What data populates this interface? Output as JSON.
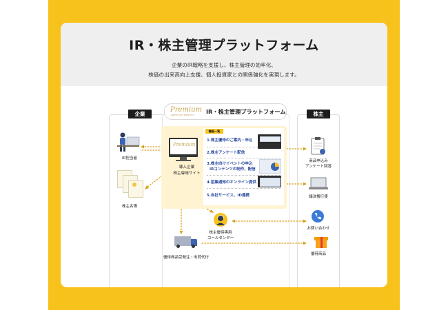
{
  "header": {
    "title": "IR・株主管理プラットフォーム",
    "description_line1": "企業のIR戦略を支援し、株主管理の効率化、",
    "description_line2": "株価の出来高向上支援、個人投資家との関係強化を実現します。"
  },
  "left_column": {
    "tag": "企業",
    "ir_staff_label": "IR担当者",
    "shareholder_register_label": "株主名簿"
  },
  "right_column": {
    "tag": "株主",
    "items": [
      {
        "label_line1": "商品申込み",
        "label_line2": "アンケート回答",
        "icon": "clipboard-icon"
      },
      {
        "label_line1": "議決権行使",
        "label_line2": "",
        "icon": "laptop-icon"
      },
      {
        "label_line1": "お問い合わせ",
        "label_line2": "",
        "icon": "phone-icon"
      },
      {
        "label_line1": "優待商品",
        "label_line2": "",
        "icon": "gift-icon"
      }
    ]
  },
  "platform": {
    "logo_text": "Premium",
    "logo_subtext": "PREMIUM BENEFIT",
    "title": "IR・株主管理プラットフォーム",
    "site_label_line1": "導入企業",
    "site_label_line2": "株主専用サイト",
    "functions_heading": "機能一覧",
    "functions": [
      {
        "line1": "1.株主優待のご案内・申込",
        "line2": ""
      },
      {
        "line1": "2.株主アンケート配信",
        "line2": ""
      },
      {
        "line1": "3.株主向けイベントの申込",
        "line2": "IRコンテンツの制作、配信"
      },
      {
        "line1": "4.招集通知のオンライン提供",
        "line2": ""
      },
      {
        "line1": "5.自社サービス、ID連携",
        "line2": ""
      }
    ]
  },
  "call_center": {
    "label_line1": "株主優待専用",
    "label_line2": "コールセンター"
  },
  "shipping": {
    "label": "優待商品受発注・出荷代行"
  },
  "colors": {
    "accent_yellow": "#f7c21b",
    "panel_cream": "#fff3d2",
    "link_blue": "#2a4aa0",
    "gold": "#c7a14b",
    "dotted_line": "#d9a11a"
  }
}
